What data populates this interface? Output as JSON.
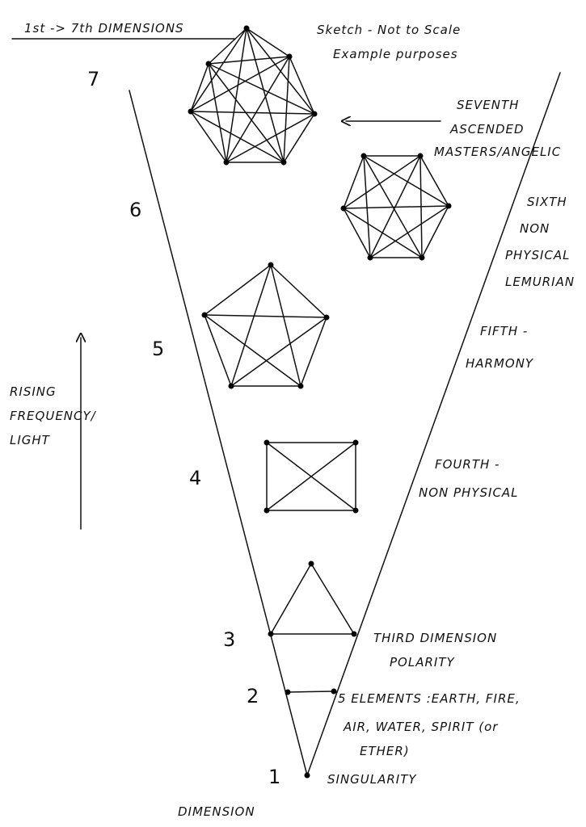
{
  "header": {
    "title": "1st -> 7th DIMENSIONS",
    "note_line1": "Sketch - Not to Scale",
    "note_line2": "Example purposes"
  },
  "axis": {
    "label_line1": "RISING",
    "label_line2": "FREQUENCY/",
    "label_line3": "LIGHT",
    "footer": "DIMENSION"
  },
  "dimensions": [
    {
      "number": "1",
      "label_lines": [
        "SINGULARITY"
      ]
    },
    {
      "number": "2",
      "label_lines": [
        "5 ELEMENTS :EARTH, FIRE,",
        "AIR, WATER, SPIRIT (or",
        "ETHER)"
      ]
    },
    {
      "number": "3",
      "label_lines": [
        "THIRD DIMENSION",
        "POLARITY"
      ]
    },
    {
      "number": "4",
      "label_lines": [
        "FOURTH -",
        "NON PHYSICAL"
      ]
    },
    {
      "number": "5",
      "label_lines": [
        "FIFTH -",
        "HARMONY"
      ]
    },
    {
      "number": "6",
      "label_lines": [
        "SIXTH",
        "NON",
        "PHYSICAL",
        "LEMURIAN"
      ]
    },
    {
      "number": "7",
      "label_lines": [
        "SEVENTH",
        "ASCENDED",
        "MASTERS/ANGELIC"
      ]
    }
  ]
}
